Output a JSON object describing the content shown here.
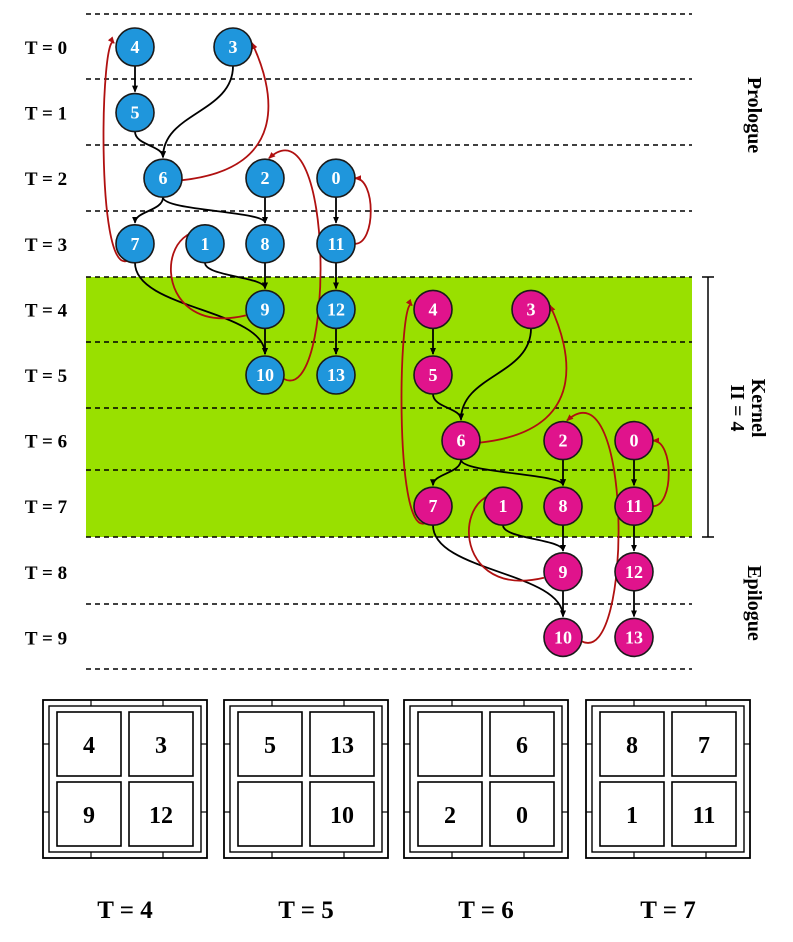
{
  "time_labels": [
    "T = 0",
    "T = 1",
    "T = 2",
    "T = 3",
    "T = 4",
    "T = 5",
    "T = 6",
    "T = 7",
    "T = 8",
    "T = 9"
  ],
  "phases": {
    "prologue": "Prologue",
    "kernel": "Kernel",
    "ii": "II = 4",
    "epilogue": "Epilogue"
  },
  "colors": {
    "iteration_1_node": "#1f96dc",
    "iteration_2_node": "#e0138c",
    "kernel_band": "#99e000",
    "data_edge": "#000000",
    "recurrence_edge": "#b01010"
  },
  "iterations": [
    {
      "name": "iteration-1",
      "nodes": [
        {
          "id": "4",
          "t": 0
        },
        {
          "id": "3",
          "t": 0
        },
        {
          "id": "5",
          "t": 1
        },
        {
          "id": "6",
          "t": 2
        },
        {
          "id": "2",
          "t": 2
        },
        {
          "id": "0",
          "t": 2
        },
        {
          "id": "7",
          "t": 3
        },
        {
          "id": "1",
          "t": 3
        },
        {
          "id": "8",
          "t": 3
        },
        {
          "id": "11",
          "t": 3
        },
        {
          "id": "9",
          "t": 4
        },
        {
          "id": "12",
          "t": 4
        },
        {
          "id": "10",
          "t": 5
        },
        {
          "id": "13",
          "t": 5
        }
      ]
    },
    {
      "name": "iteration-2",
      "nodes": [
        {
          "id": "4",
          "t": 4
        },
        {
          "id": "3",
          "t": 4
        },
        {
          "id": "5",
          "t": 5
        },
        {
          "id": "6",
          "t": 6
        },
        {
          "id": "2",
          "t": 6
        },
        {
          "id": "0",
          "t": 6
        },
        {
          "id": "7",
          "t": 7
        },
        {
          "id": "1",
          "t": 7
        },
        {
          "id": "8",
          "t": 7
        },
        {
          "id": "11",
          "t": 7
        },
        {
          "id": "9",
          "t": 8
        },
        {
          "id": "12",
          "t": 8
        },
        {
          "id": "10",
          "t": 9
        },
        {
          "id": "13",
          "t": 9
        }
      ]
    }
  ],
  "edges": [
    {
      "from": "4",
      "to": "5",
      "kind": "data"
    },
    {
      "from": "5",
      "to": "6",
      "kind": "data"
    },
    {
      "from": "3",
      "to": "6",
      "kind": "data"
    },
    {
      "from": "6",
      "to": "7",
      "kind": "data"
    },
    {
      "from": "6",
      "to": "8",
      "kind": "data"
    },
    {
      "from": "2",
      "to": "8",
      "kind": "data"
    },
    {
      "from": "0",
      "to": "11",
      "kind": "data"
    },
    {
      "from": "8",
      "to": "9",
      "kind": "data"
    },
    {
      "from": "1",
      "to": "9",
      "kind": "data"
    },
    {
      "from": "11",
      "to": "12",
      "kind": "data"
    },
    {
      "from": "9",
      "to": "10",
      "kind": "data"
    },
    {
      "from": "7",
      "to": "10",
      "kind": "data"
    },
    {
      "from": "12",
      "to": "13",
      "kind": "data"
    },
    {
      "from": "7",
      "to": "4",
      "kind": "recurrence"
    },
    {
      "from": "6",
      "to": "3",
      "kind": "recurrence"
    },
    {
      "from": "10",
      "to": "2",
      "kind": "recurrence"
    },
    {
      "from": "9",
      "to": "1",
      "kind": "recurrence"
    },
    {
      "from": "11",
      "to": "0",
      "kind": "recurrence"
    }
  ],
  "pe_arrays": [
    {
      "label": "T = 4",
      "cells": [
        "4",
        "3",
        "9",
        "12"
      ]
    },
    {
      "label": "T = 5",
      "cells": [
        "5",
        "13",
        "",
        "10"
      ]
    },
    {
      "label": "T = 6",
      "cells": [
        "",
        "6",
        "2",
        "0"
      ]
    },
    {
      "label": "T = 7",
      "cells": [
        "8",
        "7",
        "1",
        "11"
      ]
    }
  ]
}
